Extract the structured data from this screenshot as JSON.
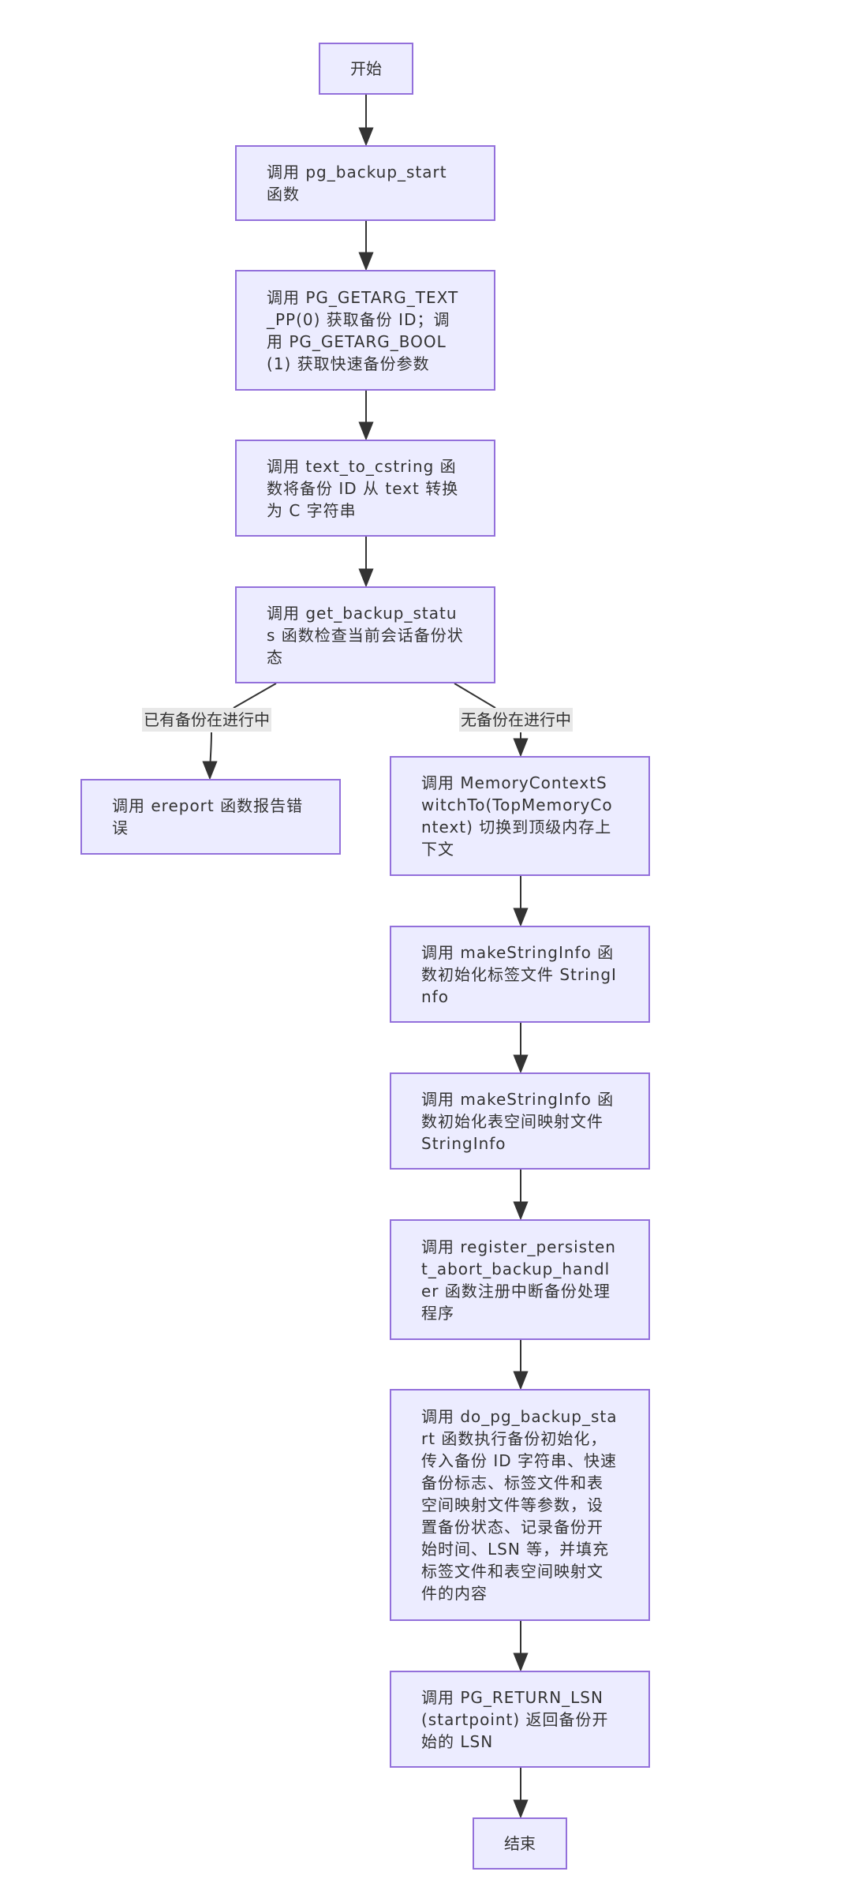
{
  "nodes": {
    "start": "开始",
    "call_start": "调用 pg_backup_start 函数",
    "getarg": "调用 PG_GETARG_TEXT_PP(0) 获取备份 ID；调用 PG_GETARG_BOOL(1) 获取快速备份参数",
    "text_to_cstring": "调用 text_to_cstring 函数将备份 ID 从 text 转换为 C 字符串",
    "get_status": "调用 get_backup_status 函数检查当前会话备份状态",
    "ereport": "调用 ereport 函数报告错误",
    "memctx": "调用 MemoryContextSwitchTo(TopMemoryContext) 切换到顶级内存上下文",
    "makestr1": "调用 makeStringInfo 函数初始化标签文件 StringInfo",
    "makestr2": "调用 makeStringInfo 函数初始化表空间映射文件 StringInfo",
    "register": "调用 register_persistent_abort_backup_handler 函数注册中断备份处理程序",
    "do_start": "调用 do_pg_backup_start 函数执行备份初始化，传入备份 ID 字符串、快速备份标志、标签文件和表空间映射文件等参数，设置备份状态、记录备份开始时间、LSN 等，并填充标签文件和表空间映射文件的内容",
    "return_lsn": "调用 PG_RETURN_LSN(startpoint) 返回备份开始的 LSN",
    "end": "结束"
  },
  "edge_labels": {
    "in_progress": "已有备份在进行中",
    "no_backup": "无备份在进行中"
  },
  "colors": {
    "node_fill": "#ECECFF",
    "node_border": "#9370DB",
    "edge": "#333333",
    "label_bg": "#E8E8E8"
  }
}
